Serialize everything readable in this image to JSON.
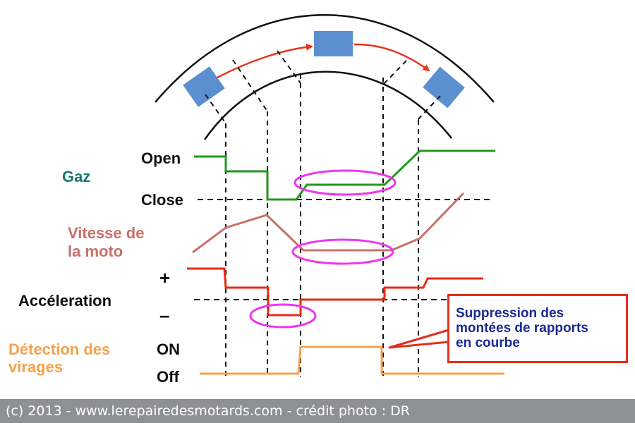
{
  "labels": {
    "gaz": "Gaz",
    "open": "Open",
    "close": "Close",
    "vitesse_line1": "Vitesse de",
    "vitesse_line2": "la moto",
    "plus": "+",
    "acceleration": "Accéleration",
    "minus": "–",
    "detection_line1": "Détection des",
    "detection_line2": "virages",
    "on": "ON",
    "off": "Off"
  },
  "callout": {
    "line1": "Suppression des",
    "line2": "montées de rapports",
    "line3": "en courbe"
  },
  "footer": {
    "credit": "(c) 2013 - www.lerepairedesmotards.com  - crédit photo : DR"
  },
  "colors": {
    "gaz_line": "#1d9a1d",
    "vitesse_line": "#c9706a",
    "acceleration_line": "#ea2a12",
    "detection_line": "#f5a14a",
    "highlight_ellipse": "#ee36ee",
    "vehicle": "#5b8fcf",
    "trajectory_arrow": "#e8341c",
    "gaz_label": "#1a7a70",
    "vitesse_label": "#c9706a",
    "detection_label": "#f5a14a",
    "callout_border": "#e0301c",
    "callout_text": "#1b2a8f",
    "footer_bg": "#8f9095"
  }
}
